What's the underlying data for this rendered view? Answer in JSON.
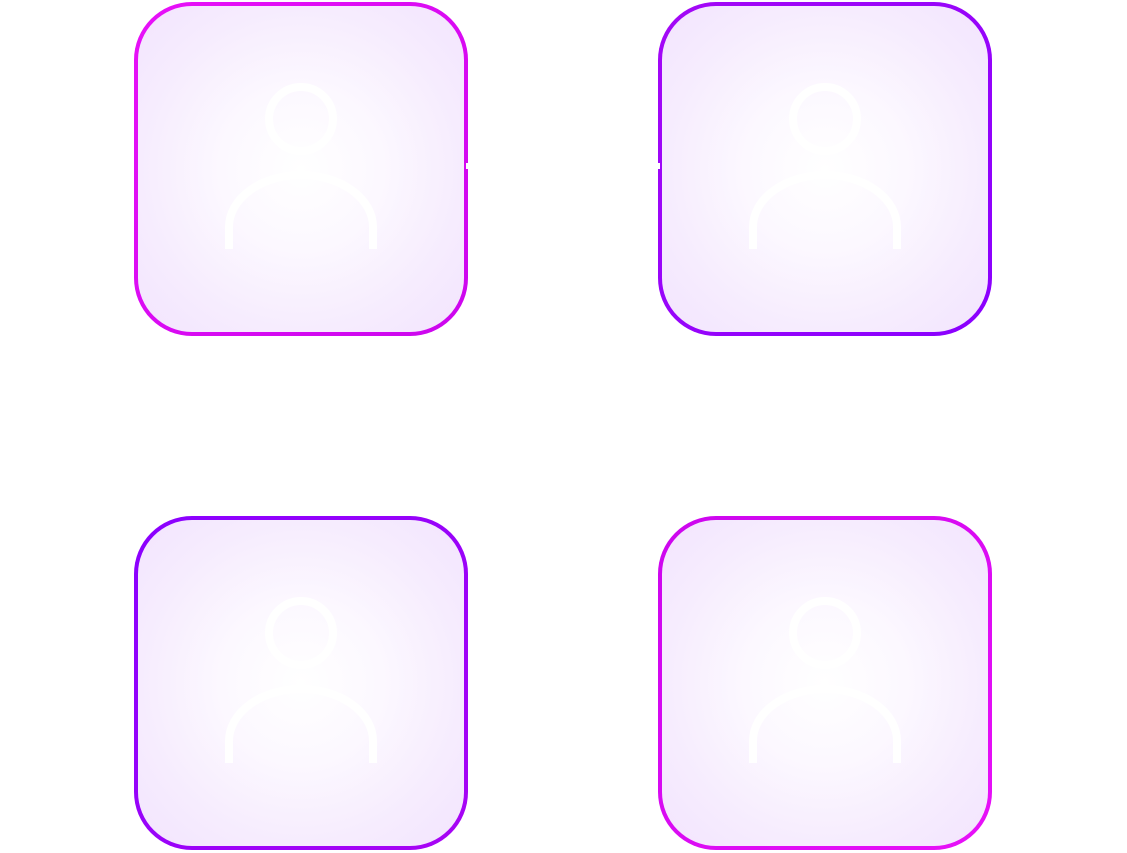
{
  "participants": [
    {
      "id": "participant-1",
      "icon": "user-avatar-icon",
      "border_color": "#e010f5"
    },
    {
      "id": "participant-2",
      "icon": "user-avatar-icon",
      "border_color": "#9a04fa"
    },
    {
      "id": "participant-3",
      "icon": "user-avatar-icon",
      "border_color": "#9a04fa"
    },
    {
      "id": "participant-4",
      "icon": "user-avatar-icon",
      "border_color": "#e010f5"
    }
  ],
  "colors": {
    "magenta": "#e810f8",
    "violet": "#8a00ff",
    "tile_fill_center": "#ffffff",
    "tile_fill_edge": "#f2e4fd"
  }
}
